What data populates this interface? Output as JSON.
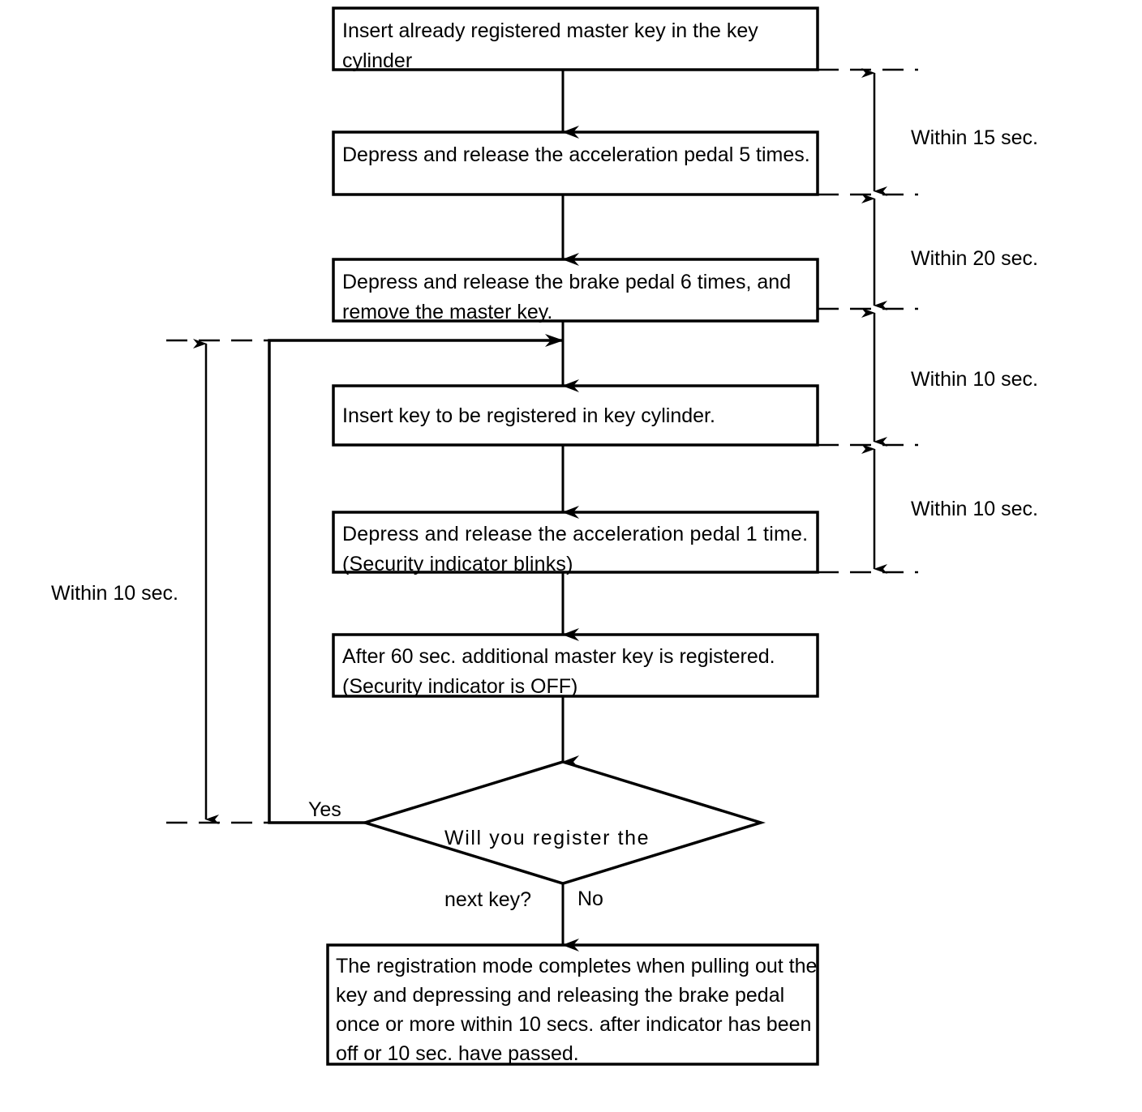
{
  "diagram": {
    "title": "Additional master key registration procedure flowchart",
    "nodes": [
      {
        "id": "step-1",
        "shape": "process",
        "text": "Insert already registered master key in the key cylinder"
      },
      {
        "id": "step-2",
        "shape": "process",
        "text": "Depress and release the acceleration pedal 5 times."
      },
      {
        "id": "step-3",
        "shape": "process",
        "text": "Depress and release the brake pedal 6 times, and remove the master key."
      },
      {
        "id": "step-4",
        "shape": "process",
        "text": "Insert key to be registered in key cylinder."
      },
      {
        "id": "step-5",
        "shape": "process",
        "text": "Depress and release the acceleration pedal 1 time. (Security indicator blinks)"
      },
      {
        "id": "step-6",
        "shape": "process",
        "text": "After 60 sec. additional master key is registered. (Security indicator is OFF)"
      },
      {
        "id": "decision-1",
        "shape": "decision",
        "line1": "Will you register the",
        "line2": "next key?",
        "text": "Will you register the next key?"
      },
      {
        "id": "step-7",
        "shape": "process",
        "text": "The registration mode completes when pulling out the key and depressing and releasing the brake pedal once or more within 10 secs. after indicator has been off or 10 sec. have passed."
      }
    ],
    "branch_labels": {
      "yes": "Yes",
      "no": "No"
    },
    "timing_annotations": {
      "right": [
        {
          "id": "within-15",
          "label": "Within 15 sec."
        },
        {
          "id": "within-20",
          "label": "Within 20 sec."
        },
        {
          "id": "within-10-a",
          "label": "Within 10 sec."
        },
        {
          "id": "within-10-b",
          "label": "Within 10 sec."
        }
      ],
      "left": [
        {
          "id": "within-10-loop",
          "label": "Within 10 sec."
        }
      ]
    },
    "style": {
      "stroke": "#000000",
      "fill": "#ffffff",
      "background": "#ffffff"
    }
  }
}
